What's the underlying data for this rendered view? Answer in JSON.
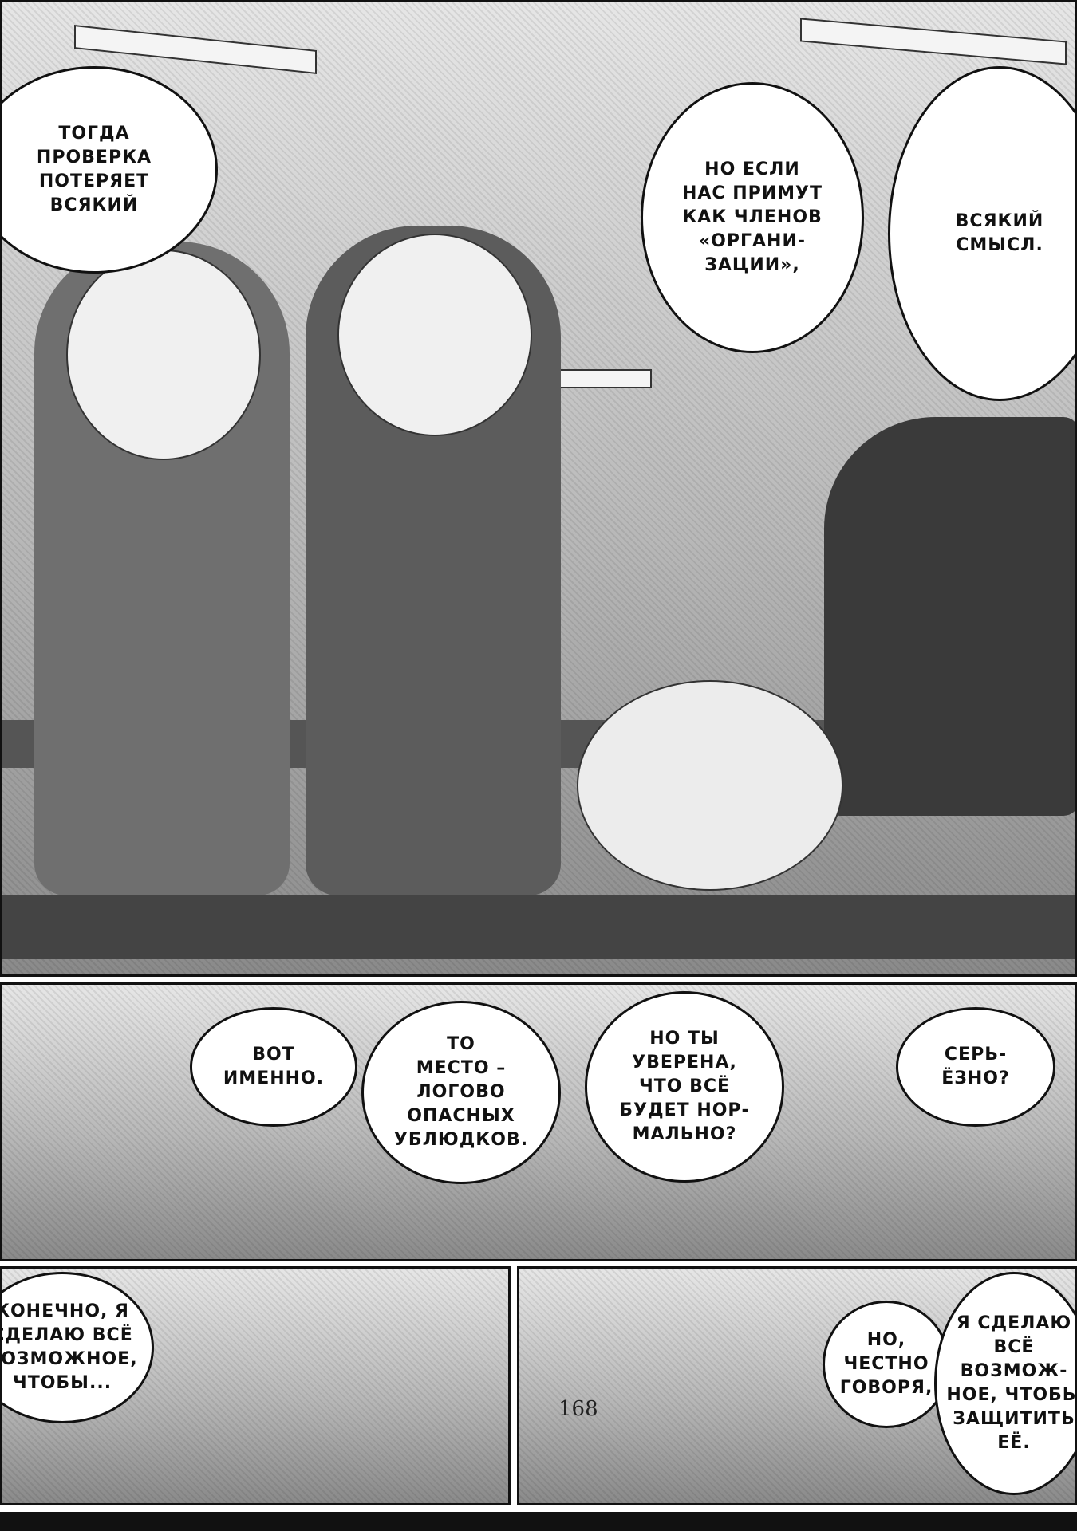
{
  "page": {
    "number": "168"
  },
  "bubbles": [
    {
      "id": "top-left",
      "text": "ТОГДА\nПРОВЕРКА\nПОТЕРЯЕТ\nВСЯКИЙ"
    },
    {
      "id": "top-center",
      "text": "НО ЕСЛИ\nНАС ПРИМУТ\nКАК ЧЛЕНОВ\n«ОРГАНИ-\nЗАЦИИ»,"
    },
    {
      "id": "top-right",
      "text": "ВСЯКИЙ\nСМЫСЛ."
    },
    {
      "id": "mid-1",
      "text": "ВОТ\nИМЕННО."
    },
    {
      "id": "mid-2",
      "text": "ТО\nМЕСТО –\nЛОГОВО\nОПАСНЫХ\nУБЛЮДКОВ."
    },
    {
      "id": "mid-3",
      "text": "НО ТЫ\nУВЕРЕНА,\nЧТО ВСЁ\nБУДЕТ НОР-\nМАЛЬНО?"
    },
    {
      "id": "mid-4",
      "text": "СЕРЬ-\nЁЗНО?"
    },
    {
      "id": "bottom-left",
      "text": "КОНЕЧНО, Я\nСДЕЛАЮ ВСЁ\nВОЗМОЖНОЕ,\nЧТОБЫ..."
    },
    {
      "id": "bottom-right-1",
      "text": "НО,\nЧЕСТНО\nГОВОРЯ,"
    },
    {
      "id": "bottom-right-2",
      "text": "Я СДЕЛАЮ\nВСЁ ВОЗМОЖ-\nНОЕ, ЧТОБЫ\nЗАЩИТИТЬ\nЕЁ."
    }
  ]
}
